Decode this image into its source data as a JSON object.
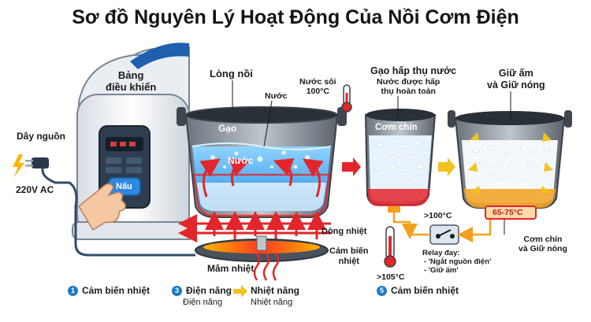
{
  "title": "Sơ đồ Nguyên Lý Hoạt Động Của Nồi Cơm Điện",
  "cooker": {
    "panel_label": "Bảng\nđiều khiển",
    "button_label": "Nấu",
    "power_cord_label": "Dây nguồn",
    "voltage_label": "220V AC"
  },
  "pot": {
    "inner_pot_label": "Lòng nồi",
    "water_label": "Nước",
    "boiling_label": "Nước sôi\n100°C",
    "rice_label": "Gạo",
    "water_in_pot_label": "Nước",
    "heat_flow_label": "Dòng nhiệt",
    "sensor_label": "Cảm biến\nnhiệt",
    "heating_plate_label": "Mâm nhiệt"
  },
  "absorb": {
    "title": "Gạo hấp thụ nước",
    "subtitle": "Nước được hấp\nthụ hoàn toàn",
    "cooked_label": "Cơm chín",
    "temp_label": ">100°C",
    "sensor_temp_label": ">105°C",
    "relay_label": "Relay đay:",
    "relay_items": [
      "- 'Ngắt nguồn điện'",
      "- 'Giữ ấm'"
    ]
  },
  "warm": {
    "title": "Giữ ấm\nvà Giữ nóng",
    "keep_warm_label": "Giữ ấm",
    "temp_range_label": "65-75°C",
    "cooked_warm_label": "Cơm chín\nvà Giữ nóng"
  },
  "legend": {
    "item1_number": "1",
    "item1_label": "Cảm biến nhiệt",
    "item3_number": "3",
    "item3_from": "Điện năng",
    "item3_to": "Nhiệt năng",
    "item3_sub_from": "Điện năng",
    "item3_sub_to": "Nhiệt năng",
    "item5_number": "5",
    "item5_label": "Cảm biến nhiệt"
  }
}
